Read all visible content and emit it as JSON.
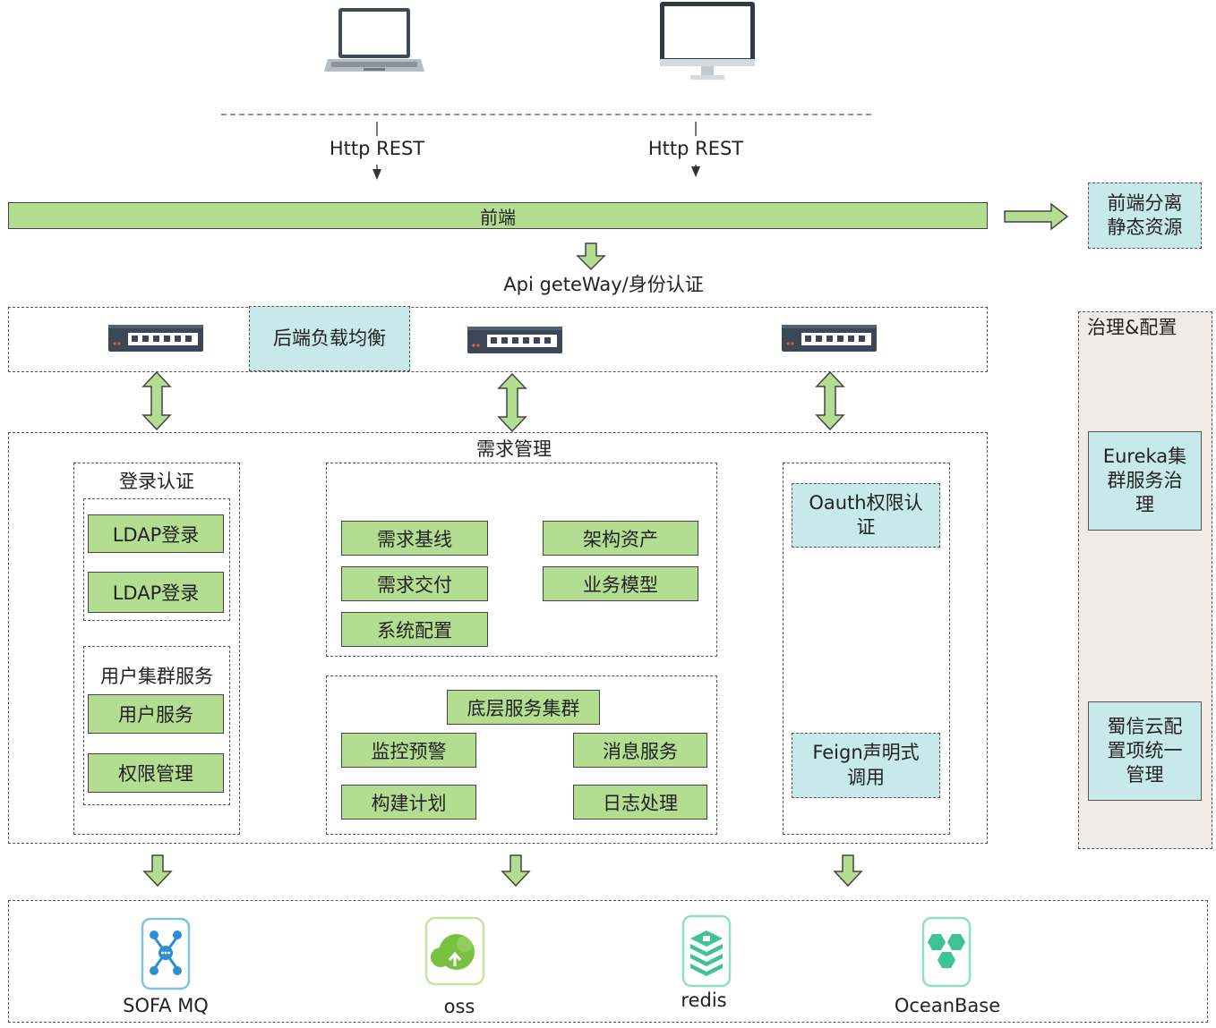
{
  "top": {
    "http_left": "Http REST",
    "http_right": "Http REST"
  },
  "frontend": {
    "bar_label": "前端",
    "side_box": "前端分离\n静态资源"
  },
  "gateway": {
    "label": "Api geteWay/身份认证",
    "lb_label": "后端负载均衡"
  },
  "governance": {
    "title": "治理&配置",
    "eureka": "Eureka集\n群服务治\n理",
    "config": "蜀信云配\n置项统一\n管理"
  },
  "services": {
    "title": "需求管理",
    "login_group": {
      "title": "登录认证",
      "items": [
        "LDAP登录",
        "LDAP登录"
      ]
    },
    "user_group": {
      "title": "用户集群服务",
      "items": [
        "用户服务",
        "权限管理"
      ]
    },
    "req_group": {
      "items": [
        "需求基线",
        "架构资产",
        "需求交付",
        "业务模型",
        "系统配置"
      ]
    },
    "base_group": {
      "title": "底层服务集群",
      "items": [
        "监控预警",
        "消息服务",
        "构建计划",
        "日志处理"
      ]
    },
    "right_group": {
      "oauth": "Oauth权限认\n证",
      "feign": "Feign声明式\n调用"
    }
  },
  "storage": {
    "items": [
      "SOFA MQ",
      "oss",
      "redis",
      "OceanBase"
    ]
  },
  "colors": {
    "green_fill": "#b3de92",
    "cyan_fill": "#c7e9e9",
    "governance_fill": "#eeebe9"
  }
}
